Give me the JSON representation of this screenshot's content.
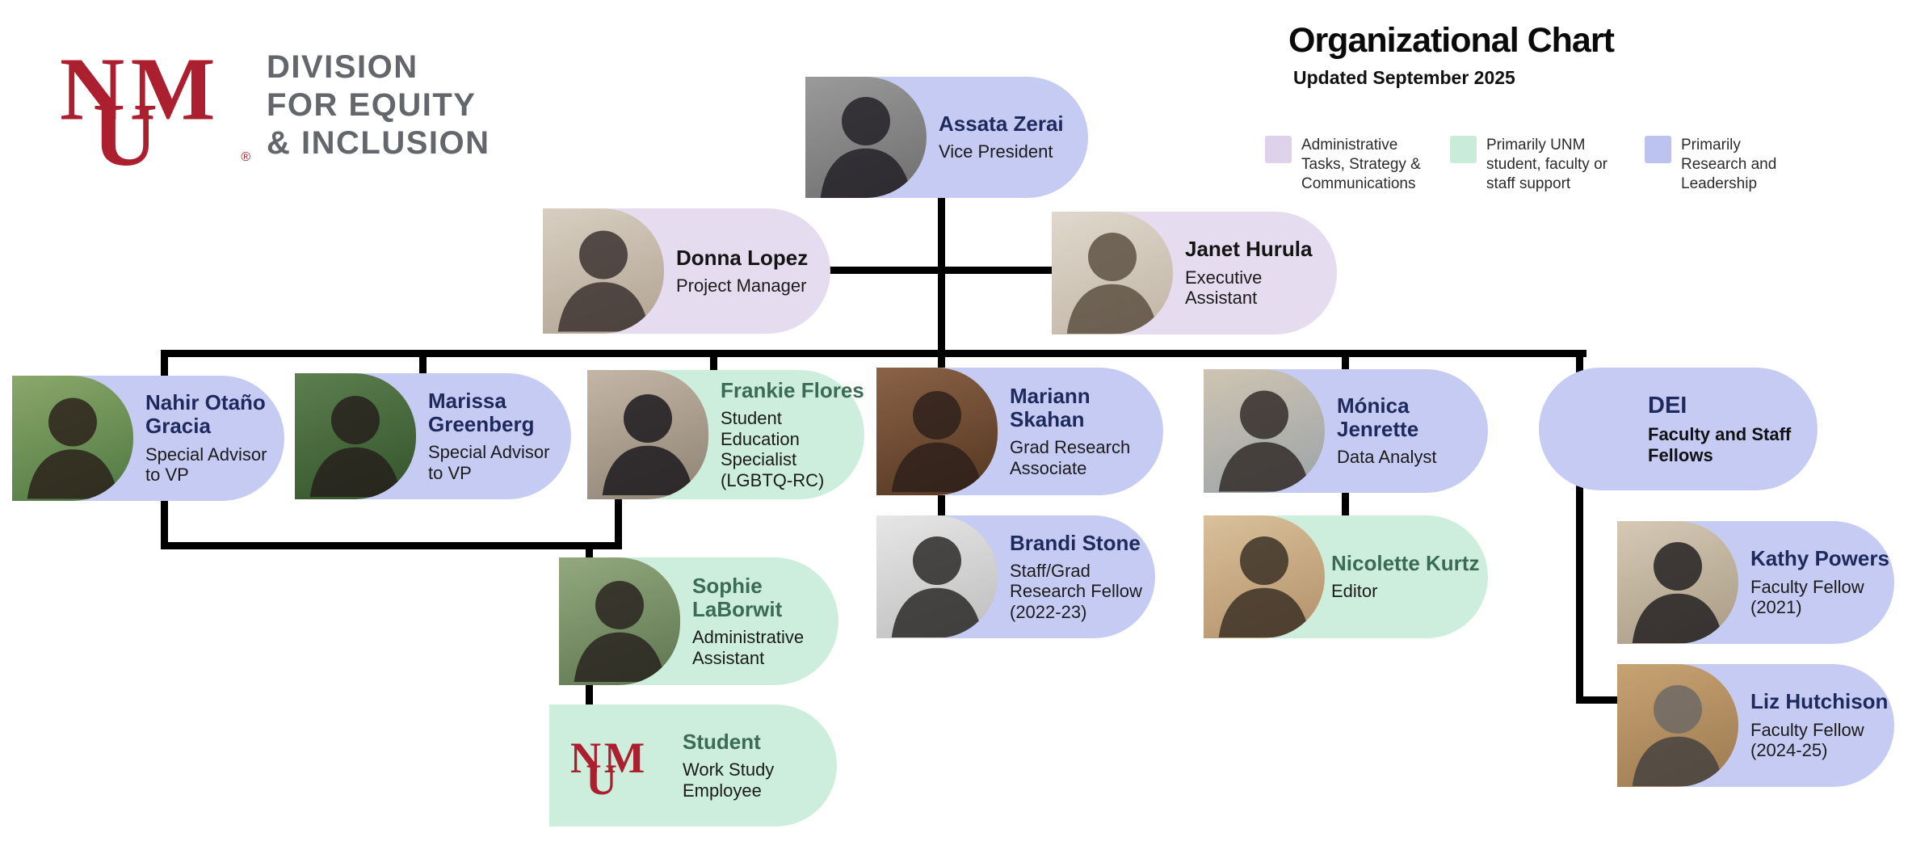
{
  "header": {
    "logo": {
      "monogram": "UNM",
      "registered_mark": "®",
      "org_name_lines": [
        "DIVISION",
        "FOR EQUITY",
        "& INCLUSION"
      ]
    },
    "title": "Organizational Chart",
    "updated": "Updated September 2025",
    "legend": [
      {
        "label": "Administrative Tasks, Strategy & Communications",
        "color": "#ddd2ea",
        "category": "administrative"
      },
      {
        "label": "Primarily UNM student, faculty or staff support",
        "color": "#c9ecd9",
        "category": "support"
      },
      {
        "label": "Primarily Research and Leadership",
        "color": "#bcc3ee",
        "category": "research"
      }
    ]
  },
  "colors": {
    "unm_crimson": "#ab1f2f",
    "category_administrative_fill": "#e6dcf0",
    "category_support_fill": "#cdeedd",
    "category_research_fill": "#c6cbf3",
    "connector": "#000000",
    "name_navy": "#1e2a5c",
    "name_green": "#3c6b55",
    "org_name_gray": "#63676b"
  },
  "nodes": [
    {
      "name": "Assata Zerai",
      "title": "Vice President",
      "category": "research"
    },
    {
      "name": "Donna Lopez",
      "title": "Project Manager",
      "category": "administrative"
    },
    {
      "name": "Janet Hurula",
      "title": "Executive Assistant",
      "category": "administrative"
    },
    {
      "name": "Nahir Otaño Gracia",
      "title": "Special Advisor to VP",
      "category": "research"
    },
    {
      "name": "Marissa Greenberg",
      "title": "Special Advisor to VP",
      "category": "research"
    },
    {
      "name": "Frankie Flores",
      "title": "Student Education Specialist (LGBTQ-RC)",
      "category": "support"
    },
    {
      "name": "Mariann Skahan",
      "title": "Grad Research Associate",
      "category": "research"
    },
    {
      "name": "Mónica Jenrette",
      "title": "Data Analyst",
      "category": "research"
    },
    {
      "name": "DEI",
      "title": "Faculty and Staff Fellows",
      "category": "research"
    },
    {
      "name": "Sophie LaBorwit",
      "title": "Administrative Assistant",
      "category": "support"
    },
    {
      "name": "Brandi Stone",
      "title": "Staff/Grad Research Fellow (2022-23)",
      "category": "research"
    },
    {
      "name": "Nicolette Kurtz",
      "title": "Editor",
      "category": "support"
    },
    {
      "name": "Kathy Powers",
      "title": "Faculty Fellow (2021)",
      "category": "research"
    },
    {
      "name": "Liz Hutchison",
      "title": "Faculty Fellow (2024-25)",
      "category": "research"
    },
    {
      "name": "Student",
      "title": "Work Study Employee",
      "category": "support"
    }
  ]
}
